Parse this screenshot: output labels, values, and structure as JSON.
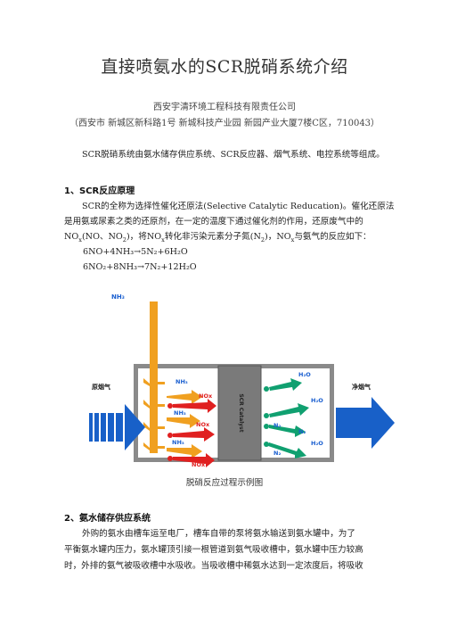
{
  "title": "直接喷氨水的SCR脱硝系统介绍",
  "org": "西安宇清环境工程科技有限责任公司",
  "address": "（西安市  新城区新科路1号  新城科技产业园  新园产业大厦7楼C区，710043）",
  "intro": "SCR脱硝系统由氨水储存供应系统、SCR反应器、烟气系统、电控系统等组成。",
  "section1": {
    "heading": "1、SCR反应原理",
    "para_line1": "SCR的全称为选择性催化还原法(Selective Catalytic Reducation)。催化还原法",
    "para_line2": "是用氨或尿素之类的还原剂，在一定的温度下通过催化剂的作用，还原废气中的",
    "para_line3_a": "NO",
    "para_line3_b": "x",
    "para_line3_c": "(NO、NO",
    "para_line3_d": "2",
    "para_line3_e": ")，将NO",
    "para_line3_f": "x",
    "para_line3_g": "转化非污染元素分子氮(N",
    "para_line3_h": "2",
    "para_line3_i": ")，NO",
    "para_line3_j": "x",
    "para_line3_k": "与氨气的反应如下：",
    "eq1": "6NO+4NH₃→5N₂+6H₂O",
    "eq2": "6NO₂+8NH₃→7N₂+12H₂O"
  },
  "diagram": {
    "nh3_inlet": "NH₃",
    "inlet_label": "原烟气",
    "outlet_label": "净烟气",
    "catalyst": "SCR Catalyst",
    "nh3": "NH₃",
    "nox": "NOx",
    "n2": "N₂",
    "h2o": "H₂O",
    "colors": {
      "nh3": "#f0a020",
      "nox": "#e02020",
      "product": "#10a070",
      "flue": "#1860c8",
      "catalyst": "#7a7a7a"
    }
  },
  "caption": "脱硝反应过程示例图",
  "section2": {
    "heading": "2、氨水储存供应系统",
    "line1": "外购的氨水由槽车运至电厂，槽车自带的泵将氨水输送到氨水罐中，为了",
    "line2": "平衡氨水罐内压力，氨水罐顶引接一根管道到氨气吸收槽中，氨水罐中压力较高",
    "line3": "时，外排的氨气被吸收槽中水吸收。当吸收槽中稀氨水达到一定浓度后，将吸收"
  }
}
